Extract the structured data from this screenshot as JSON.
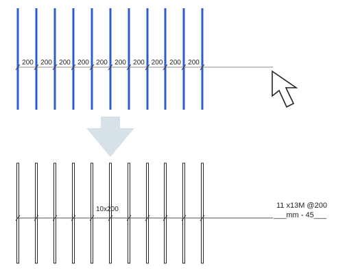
{
  "top_view": {
    "rebar_color": "#2f5bd2",
    "spacing_labels": [
      "200",
      "200",
      "200",
      "200",
      "200",
      "200",
      "200",
      "200",
      "200",
      "200"
    ]
  },
  "arrow": {
    "color": "#d6e1e8"
  },
  "bottom_view": {
    "rebar_color": "#222222",
    "grouped_label": "10x200",
    "tag_line1": "11 x13M  @200",
    "tag_line2": "___mm - 45___"
  }
}
